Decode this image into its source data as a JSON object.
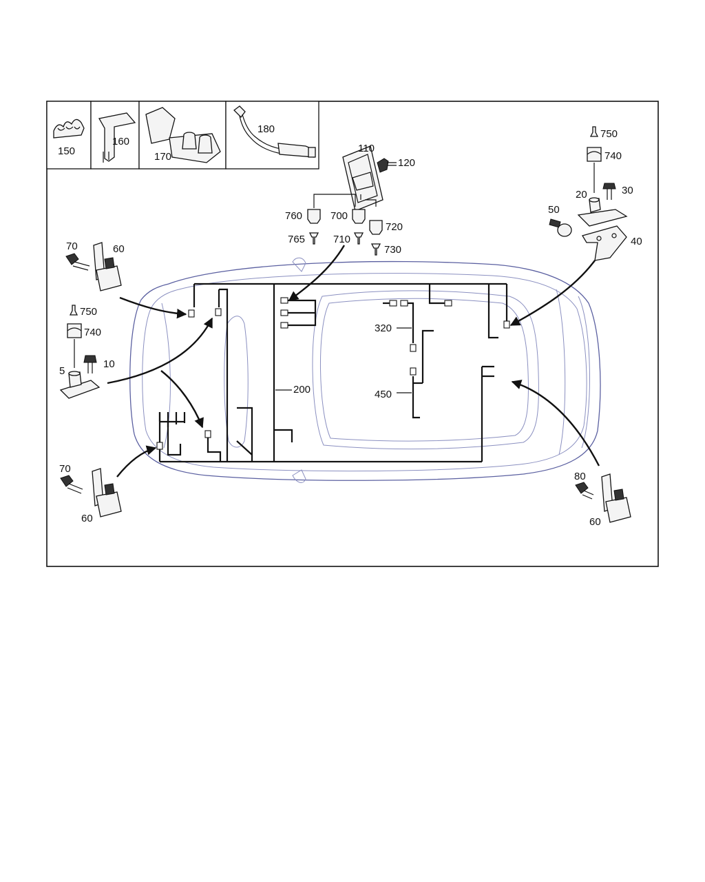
{
  "diagram": {
    "callouts": {
      "c150": "150",
      "c160": "160",
      "c170": "170",
      "c180": "180",
      "c110": "110",
      "c120": "120",
      "c760": "760",
      "c700": "700",
      "c720": "720",
      "c765": "765",
      "c710": "710",
      "c730": "730",
      "c750a": "750",
      "c740a": "740",
      "c20": "20",
      "c30": "30",
      "c50": "50",
      "c40": "40",
      "c70a": "70",
      "c60a": "60",
      "c750b": "750",
      "c740b": "740",
      "c5": "5",
      "c10": "10",
      "c200": "200",
      "c320": "320",
      "c450": "450",
      "c70b": "70",
      "c60b": "60",
      "c80": "80",
      "c60c": "60"
    }
  }
}
